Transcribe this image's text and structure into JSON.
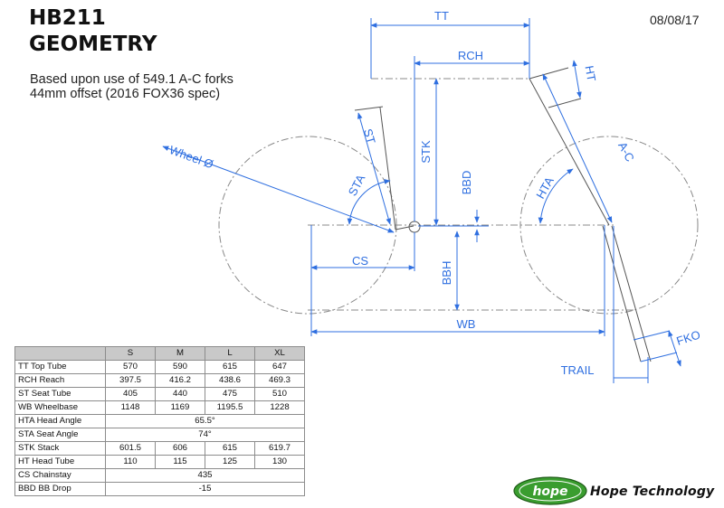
{
  "header": {
    "title_line1": "HB211",
    "title_line2": "GEOMETRY",
    "subtitle_line1": "Based upon use of 549.1 A-C forks",
    "subtitle_line2": "44mm offset (2016 FOX36 spec)",
    "date": "08/08/17"
  },
  "dimension_labels": {
    "tt": "TT",
    "rch": "RCH",
    "ht": "HT",
    "st": "ST",
    "stk": "STK",
    "ac": "A-C",
    "wheel": "Wheel Ø",
    "sta": "STA",
    "bbd": "BBD",
    "hta": "HTA",
    "cs": "CS",
    "bbh": "BBH",
    "wb": "WB",
    "fko": "FKO",
    "trail": "TRAIL"
  },
  "table": {
    "columns": [
      "S",
      "M",
      "L",
      "XL"
    ],
    "rows": [
      {
        "label": "TT Top Tube",
        "values": [
          "570",
          "590",
          "615",
          "647"
        ]
      },
      {
        "label": "RCH Reach",
        "values": [
          "397.5",
          "416.2",
          "438.6",
          "469.3"
        ]
      },
      {
        "label": "ST Seat Tube",
        "values": [
          "405",
          "440",
          "475",
          "510"
        ]
      },
      {
        "label": "WB Wheelbase",
        "values": [
          "1148",
          "1169",
          "1195.5",
          "1228"
        ]
      },
      {
        "label": "HTA Head Angle",
        "merged": "65.5°"
      },
      {
        "label": "STA Seat Angle",
        "merged": "74°"
      },
      {
        "label": "STK Stack",
        "values": [
          "601.5",
          "606",
          "615",
          "619.7"
        ]
      },
      {
        "label": "HT Head Tube",
        "values": [
          "110",
          "115",
          "125",
          "130"
        ]
      },
      {
        "label": "CS Chainstay",
        "merged": "435"
      },
      {
        "label": "BBD BB Drop",
        "merged": "-15"
      }
    ]
  },
  "brand": {
    "logo_text": "hope",
    "name": "Hope Technology"
  },
  "colors": {
    "dimension": "#2f6fe0",
    "frame": "#555555",
    "centerline": "#888888",
    "logo_green": "#3a9d2f"
  }
}
